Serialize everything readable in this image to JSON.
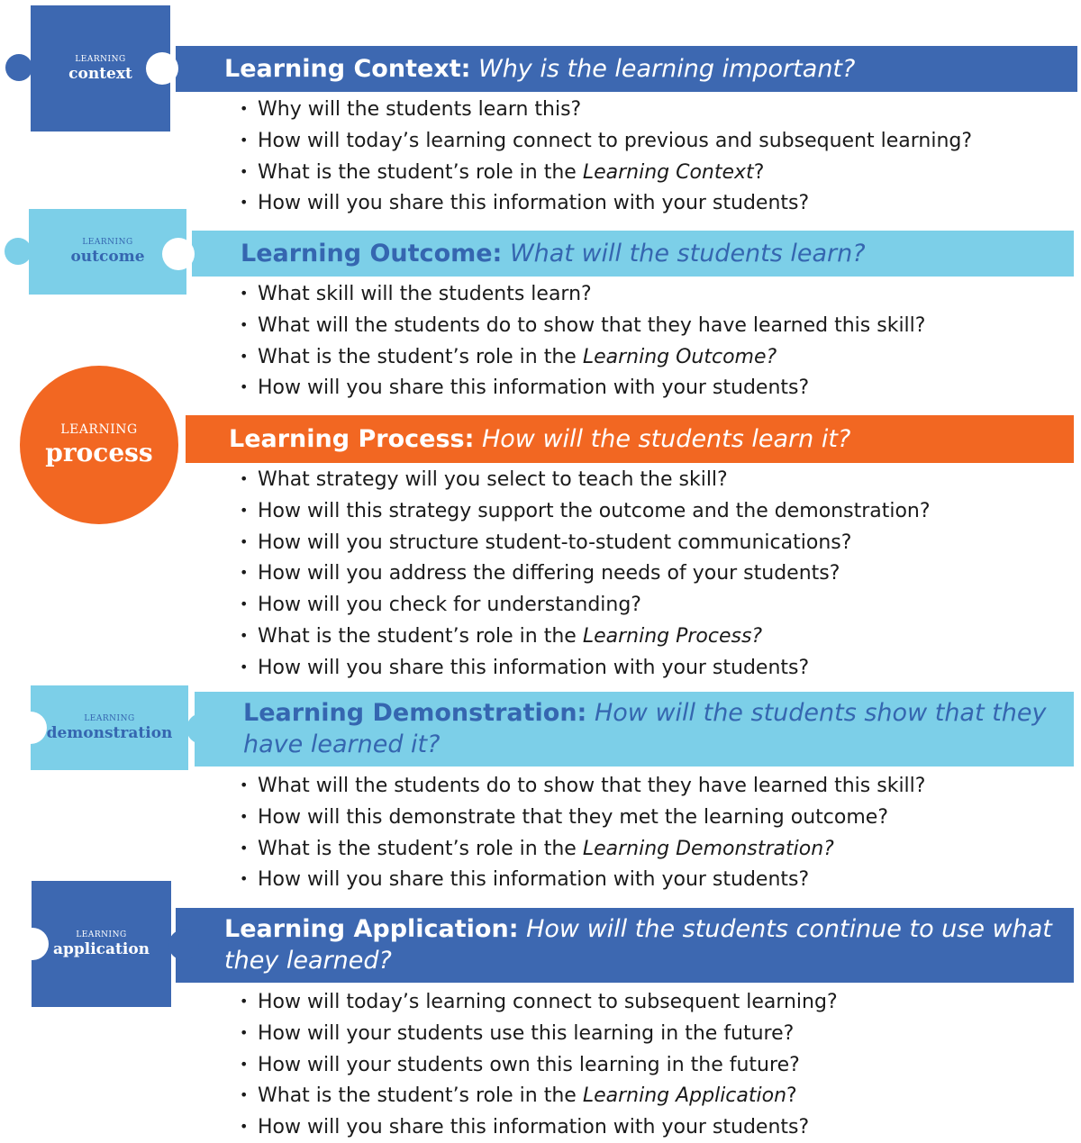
{
  "sections": [
    {
      "key": "context",
      "piece_small": "LEARNING",
      "piece_big": "context",
      "heading_bold": "Learning Context:",
      "heading_italic": "Why is the learning important?",
      "questions": [
        {
          "text": "Why will the students learn this?",
          "italic": "",
          "tail": ""
        },
        {
          "text": "How will today’s learning connect to previous and subsequent learning?",
          "italic": "",
          "tail": ""
        },
        {
          "text": "What is the student’s role in the ",
          "italic": "Learning Context",
          "tail": "?"
        },
        {
          "text": "How will you share this information with your students?",
          "italic": "",
          "tail": ""
        }
      ]
    },
    {
      "key": "outcome",
      "piece_small": "LEARNING",
      "piece_big": "outcome",
      "heading_bold": "Learning Outcome:",
      "heading_italic": "What will the students learn?",
      "questions": [
        {
          "text": "What skill will the students learn?",
          "italic": "",
          "tail": ""
        },
        {
          "text": "What will the students do to show that they have learned this skill?",
          "italic": "",
          "tail": ""
        },
        {
          "text": "What is the student’s role in the ",
          "italic": "Learning Outcome?",
          "tail": ""
        },
        {
          "text": "How will you share this information with your students?",
          "italic": "",
          "tail": ""
        }
      ]
    },
    {
      "key": "process",
      "piece_small": "LEARNING",
      "piece_big": "process",
      "heading_bold": "Learning Process:",
      "heading_italic": "How will the students learn it?",
      "questions": [
        {
          "text": "What strategy will you select to teach the skill?",
          "italic": "",
          "tail": ""
        },
        {
          "text": "How will this strategy support the outcome and the demonstration?",
          "italic": "",
          "tail": ""
        },
        {
          "text": "How will you structure student-to-student communications?",
          "italic": "",
          "tail": ""
        },
        {
          "text": "How will you address the differing needs of your students?",
          "italic": "",
          "tail": ""
        },
        {
          "text": "How will you check for understanding?",
          "italic": "",
          "tail": ""
        },
        {
          "text": "What is the student’s role in the ",
          "italic": "Learning Process?",
          "tail": ""
        },
        {
          "text": "How will you share this information with your students?",
          "italic": "",
          "tail": ""
        }
      ]
    },
    {
      "key": "demonstration",
      "piece_small": "LEARNING",
      "piece_big": "demonstration",
      "heading_bold": "Learning Demonstration:",
      "heading_italic": "How will the students show that they have learned it?",
      "questions": [
        {
          "text": "What will the students do to show that they have learned this skill?",
          "italic": "",
          "tail": ""
        },
        {
          "text": "How will this demonstrate that they met the learning outcome?",
          "italic": "",
          "tail": ""
        },
        {
          "text": "What is the student’s role in the ",
          "italic": "Learning Demonstration?",
          "tail": ""
        },
        {
          "text": "How will you share this information with your students?",
          "italic": "",
          "tail": ""
        }
      ]
    },
    {
      "key": "application",
      "piece_small": "LEARNING",
      "piece_big": "application",
      "heading_bold": "Learning Application:",
      "heading_italic": "How will the students continue to use what they learned?",
      "questions": [
        {
          "text": "How will today’s learning connect to subsequent learning?",
          "italic": "",
          "tail": ""
        },
        {
          "text": "How will your students use this learning in the future?",
          "italic": "",
          "tail": ""
        },
        {
          "text": "How will your students own this learning in the future?",
          "italic": "",
          "tail": ""
        },
        {
          "text": "What is the student’s role in the ",
          "italic": "Learning Application",
          "tail": "?"
        },
        {
          "text": "How will you share this information with your students?",
          "italic": "",
          "tail": ""
        }
      ]
    }
  ],
  "colors": {
    "dark_blue": "#3d68b1",
    "light_blue": "#7ccfe8",
    "orange": "#f26722"
  },
  "icons": {
    "bullet": "bullet-dot-icon",
    "puzzle": "puzzle-piece-icon"
  }
}
